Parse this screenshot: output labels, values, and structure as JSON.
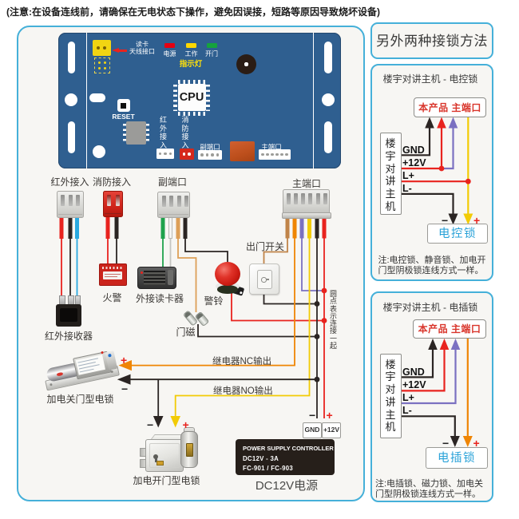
{
  "note_top": "(注意:在设备连线前，请确保在无电状态下操作，避免因误接，短路等原因导致烧坏设备)",
  "board": {
    "antenna1": "读卡",
    "antenna2": "天线接口",
    "led_power": "电源",
    "led_work": "工作",
    "led_open": "开门",
    "indicator": "指示灯",
    "cpu": "CPU",
    "reset": "RESET",
    "ir_in": "红外接入",
    "fire_in": "消防接入",
    "sub_port": "副端口",
    "main_port": "主端口"
  },
  "connector_labels": {
    "ir": "红外接入",
    "fire": "消防接入",
    "sub": "副端口",
    "main": "主端口"
  },
  "devices": {
    "ir_receiver": "红外接收器",
    "fire_alarm": "火警",
    "card_reader": "外接读卡器",
    "bell": "警铃",
    "door_magnet": "门磁",
    "exit_switch": "出门开关",
    "lock_close": "加电关门型电锁",
    "lock_open": "加电开门型电锁",
    "power_label": "DC12V电源"
  },
  "wires": {
    "nc_label": "继电器NC输出",
    "no_label": "继电器NO输出",
    "dots_note": "圆点表示连接一起",
    "gnd": "GND",
    "v12": "+12V",
    "plus": "+",
    "minus": "−"
  },
  "power_box": {
    "line1": "POWER SUPPLY CONTROLLER",
    "line2": "DC12V - 3A",
    "line3": "FC-901 / FC-903"
  },
  "right": {
    "title": "另外两种接锁方法",
    "panels": [
      {
        "title": "楼宇对讲主机 - 电控锁",
        "product": "本产品 主端口",
        "host": "楼宇对讲主机",
        "rows": [
          "GND",
          "+12V",
          "L+",
          "L-"
        ],
        "lock": "电控锁",
        "note1": "注:电控锁、静音锁、加电开",
        "note2": "门型阴极锁连线方式一样。"
      },
      {
        "title": "楼宇对讲主机 - 电插锁",
        "product": "本产品 主端口",
        "host": "楼宇对讲主机",
        "rows": [
          "GND",
          "+12V",
          "L+",
          "L-"
        ],
        "lock": "电插锁",
        "note1": "注:电插锁、磁力锁、加电关",
        "note2": "门型阴极锁连线方式一样。"
      }
    ]
  },
  "colors": {
    "accent_cyan": "#45b0d9",
    "board_blue": "#2f5f90",
    "wire_red": "#e8231e",
    "wire_black": "#2b2523",
    "wire_blue": "#2aa9e0",
    "wire_green": "#1fa24c",
    "wire_tan": "#c08449",
    "wire_orange": "#ef8504",
    "wire_purple": "#7b71c1",
    "wire_yellow": "#f2cb05"
  }
}
